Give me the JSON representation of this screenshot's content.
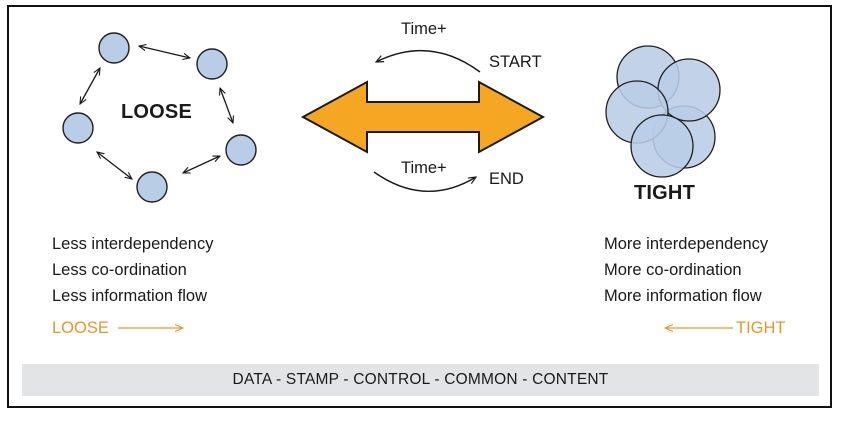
{
  "loose": {
    "title": "LOOSE",
    "list": [
      "Less interdependency",
      "Less co-ordination",
      "Less information flow"
    ],
    "scale_label": "LOOSE"
  },
  "tight": {
    "title": "TIGHT",
    "list": [
      "More interdependency",
      "More co-ordination",
      "More information flow"
    ],
    "scale_label": "TIGHT"
  },
  "time_top": "Time+",
  "start": "START",
  "time_bottom": "Time+",
  "end": "END",
  "coupling_scale": "DATA - STAMP - CONTROL - COMMON - CONTENT",
  "colors": {
    "node_fill": "#b9cde6",
    "node_stroke": "#1f1f1f",
    "arrow_fill": "#f5a623",
    "accent_text": "#e8962a",
    "bar_bg": "#e3e4e6"
  }
}
